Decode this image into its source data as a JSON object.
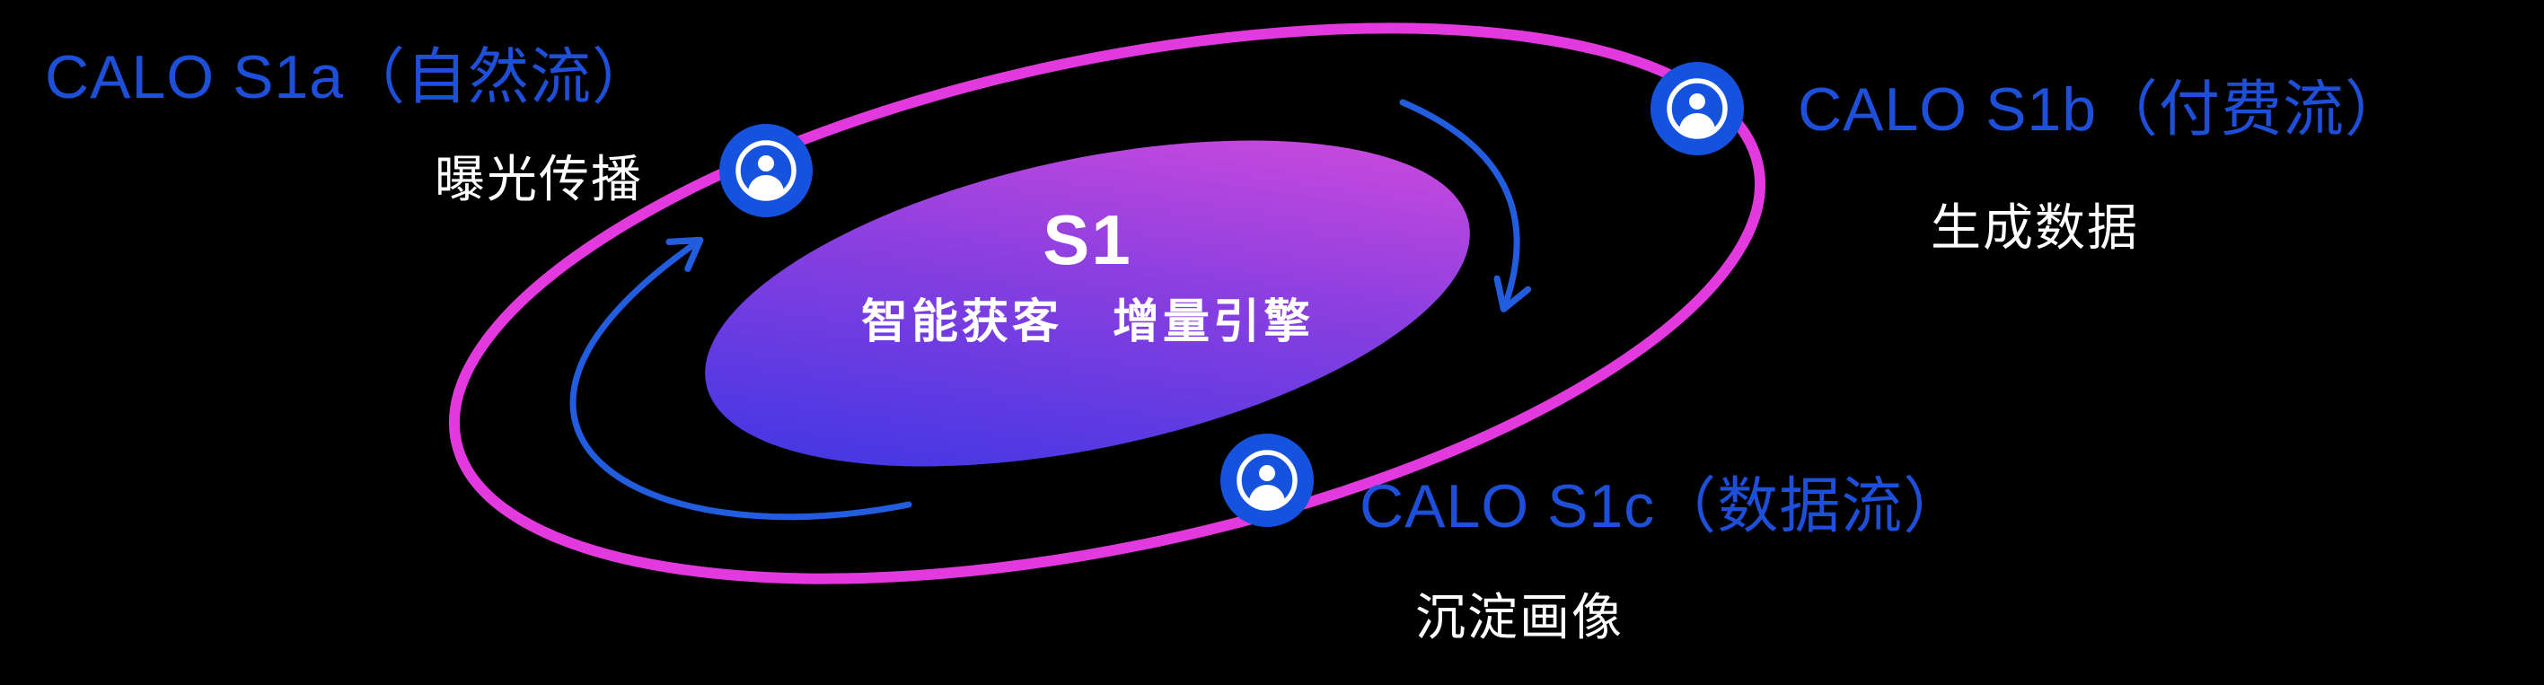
{
  "colors": {
    "background": "#000000",
    "ring": "#e33adf",
    "core_gradient_start": "#2e35e4",
    "core_gradient_mid": "#8a3fe0",
    "core_gradient_end": "#e04ddc",
    "label_blue": "#1e4fd8",
    "text_white": "#ffffff",
    "arrow_blue": "#2563eb",
    "icon_blue": "#1553df"
  },
  "core": {
    "title": "S1",
    "subtitle": "智能获客　增量引擎"
  },
  "nodes": {
    "s1a": {
      "label": "CALO S1a（自然流）",
      "sublabel": "曝光传播"
    },
    "s1b": {
      "label": "CALO S1b（付费流）",
      "sublabel": "生成数据"
    },
    "s1c": {
      "label": "CALO S1c（数据流）",
      "sublabel": "沉淀画像"
    }
  },
  "icons": {
    "node_icon": "user-icon (person bust inside circle)"
  }
}
